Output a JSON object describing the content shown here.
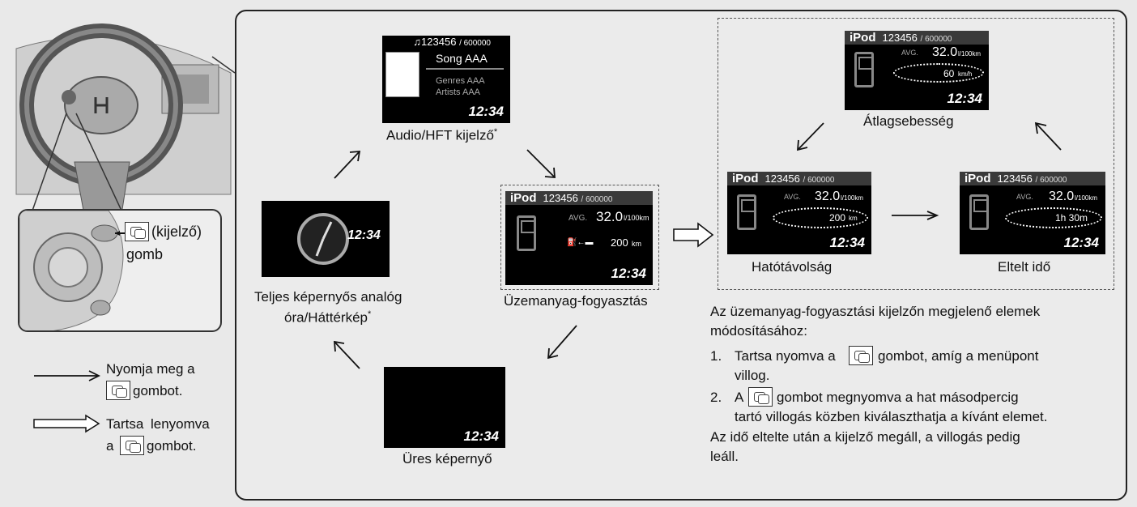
{
  "screens": {
    "audio": {
      "counter": "123456",
      "total": "/ 600000",
      "song": "Song AAA",
      "genres": "Genres AAA",
      "artists": "Artists AAA",
      "time": "12:34"
    },
    "fuel": {
      "source": "iPod",
      "counter": "123456",
      "total": "/ 600000",
      "avg_label": "AVG.",
      "fuel_value": "32.0",
      "fuel_unit": "l/100km",
      "range_value": "200",
      "range_unit": "km",
      "time": "12:34"
    },
    "clock": {
      "time": "12:34"
    },
    "blank": {
      "time": "12:34"
    },
    "avg_speed": {
      "source": "iPod",
      "counter": "123456",
      "total": "/ 600000",
      "avg_label": "AVG.",
      "fuel_value": "32.0",
      "fuel_unit": "l/100km",
      "speed_value": "60",
      "speed_unit": "km/h",
      "time": "12:34"
    },
    "range": {
      "source": "iPod",
      "counter": "123456",
      "total": "/ 600000",
      "avg_label": "AVG.",
      "fuel_value": "32.0",
      "fuel_unit": "l/100km",
      "range_value": "200",
      "range_unit": "km",
      "time": "12:34"
    },
    "elapsed": {
      "source": "iPod",
      "counter": "123456",
      "total": "/ 600000",
      "avg_label": "AVG.",
      "fuel_value": "32.0",
      "fuel_unit": "l/100km",
      "elapsed_value": "1h 30m",
      "time": "12:34"
    }
  },
  "captions": {
    "audio": "Audio/HFT kijelző",
    "fuel": "Üzemanyag-fogyasztás",
    "clock_line1": "Teljes képernyős analóg",
    "clock_line2": "óra/Háttérkép",
    "blank": "Üres képernyő",
    "avg_speed": "Átlagsebesség",
    "range": "Hatótávolság",
    "elapsed": "Eltelt idő",
    "asterisk": "*"
  },
  "button_callout": {
    "label_suffix": "(kijelző)",
    "label_line2": "gomb"
  },
  "legend": {
    "press_line1": "Nyomja meg a",
    "press_line2": "gombot.",
    "hold_line1a": "Tartsa",
    "hold_line1b": "lenyomva",
    "hold_line2a": "a",
    "hold_line2b": "gombot."
  },
  "instructions": {
    "intro_line1": "Az üzemanyag-fogyasztási kijelzőn megjelenő elemek",
    "intro_line2": "módosításához:",
    "step1_num": "1.",
    "step1_a": "Tartsa nyomva a",
    "step1_b": "gombot, amíg a menüpont",
    "step1_c": "villog.",
    "step2_num": "2.",
    "step2_a": "A",
    "step2_b": "gombot megnyomva a hat másodpercig",
    "step2_c": "tartó villogás közben kiválaszthatja a kívánt elemet.",
    "outro_line1": "Az idő eltelte után a kijelző megáll, a villogás pedig",
    "outro_line2": "leáll."
  }
}
